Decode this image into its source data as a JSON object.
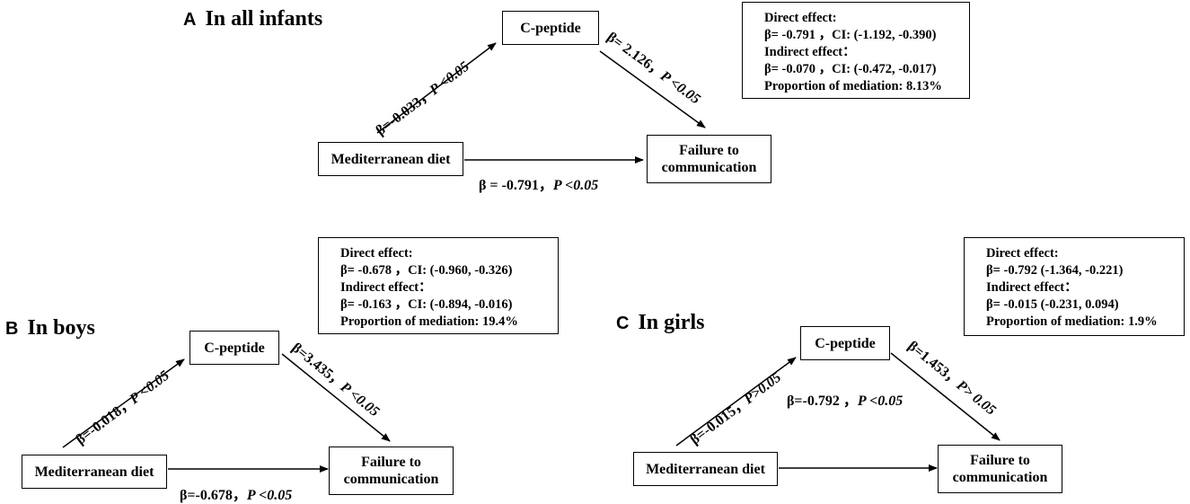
{
  "panels": {
    "a": {
      "letter": "A",
      "title": "In all infants",
      "exposure": "Mediterranean diet",
      "mediator": "C-peptide",
      "outcome_line1": "Failure to",
      "outcome_line2": "communication",
      "path_a": {
        "beta": "β=-0.033，",
        "p": "P <0.05"
      },
      "path_b": {
        "beta": "β= 2.126，",
        "p": "P <0.05"
      },
      "path_c": {
        "beta": "β = -0.791，",
        "p": "P <0.05"
      },
      "info": {
        "direct_heading": "Direct effect:",
        "direct_value": "β= -0.791 ，CI: (-1.192, -0.390)",
        "indirect_heading": "Indirect effect：",
        "indirect_value": "β= -0.070 ，CI: (-0.472, -0.017)",
        "proportion": "Proportion of mediation: 8.13%"
      }
    },
    "b": {
      "letter": "B",
      "title": "In boys",
      "exposure": "Mediterranean diet",
      "mediator": "C-peptide",
      "outcome_line1": "Failure to",
      "outcome_line2": "communication",
      "path_a": {
        "beta": "β=-0.018，",
        "p": "P <0.05"
      },
      "path_b": {
        "beta": "β=3.435，",
        "p": "P <0.05"
      },
      "path_c": {
        "beta": "β=-0.678，",
        "p": "P <0.05"
      },
      "info": {
        "direct_heading": "Direct effect:",
        "direct_value": "β= -0.678 ，CI: (-0.960, -0.326)",
        "indirect_heading": "Indirect effect：",
        "indirect_value": "β= -0.163 ，CI: (-0.894, -0.016)",
        "proportion": "Proportion of mediation: 19.4%"
      }
    },
    "c": {
      "letter": "C",
      "title": "In girls",
      "exposure": "Mediterranean diet",
      "mediator": "C-peptide",
      "outcome_line1": "Failure to",
      "outcome_line2": "communication",
      "path_a": {
        "beta": "β=-0.015，",
        "p": "P>0.05"
      },
      "path_b": {
        "beta": "β=1.453，",
        "p": "P> 0.05"
      },
      "path_c": {
        "beta": "β=-0.792 ，",
        "p": "P <0.05"
      },
      "info": {
        "direct_heading": "Direct effect:",
        "direct_value": "β= -0.792 (-1.364, -0.221)",
        "indirect_heading": "Indirect effect：",
        "indirect_value": "β= -0.015 (-0.231, 0.094)",
        "proportion": "Proportion of mediation: 1.9%"
      }
    }
  }
}
